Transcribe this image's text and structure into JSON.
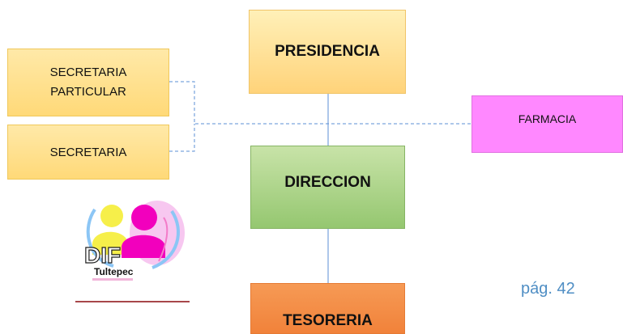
{
  "org_chart": {
    "presidencia": "PRESIDENCIA",
    "secretaria_particular": "SECRETARIA\nPARTICULAR",
    "secretaria": "SECRETARIA",
    "direccion": "DIRECCION",
    "farmacia": "FARMACIA",
    "tesoreria": "TESORERIA"
  },
  "logo": {
    "text": "DIF",
    "subtitle": "Tultepec",
    "icon": "dif-tultepec-logo"
  },
  "footer": {
    "page_number": "pág. 42"
  },
  "colors": {
    "presidencia": "#ffd37a",
    "secretarias": "#ffdf8f",
    "direccion": "#95c770",
    "farmacia": "#ff88ff",
    "tesoreria": "#f1823a",
    "connector_solid": "#5b8fd6",
    "connector_dashed": "#5b8fd6",
    "page_number": "#4f8ec4"
  }
}
